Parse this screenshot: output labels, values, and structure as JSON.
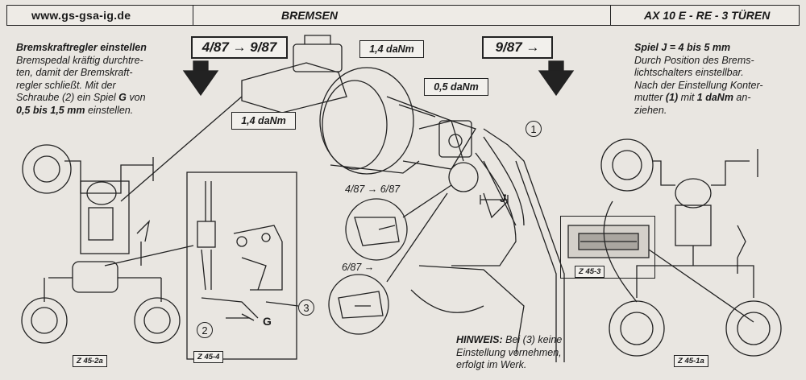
{
  "header": {
    "site": "www.gs-gsa-ig.de",
    "title": "BREMSEN",
    "model": "AX 10 E - RE - 3 TÜREN"
  },
  "left_text": {
    "heading": "Bremskraftregler einstellen",
    "body_1": "Bremspedal kräftig durchtre-",
    "body_2": "ten, damit der Bremskraft-",
    "body_3": "regler schließt. Mit der",
    "body_4a": "Schraube (2) ein Spiel ",
    "body_4b": "G",
    "body_4c": " von",
    "body_5a": "0,5 bis 1,5 mm",
    "body_5b": " einstellen."
  },
  "right_text": {
    "heading": "Spiel J = 4 bis 5 mm",
    "body_1": "Durch Position des Brems-",
    "body_2": "lichtschalters einstellbar.",
    "body_3": "Nach der Einstellung Konter-",
    "body_4a": "mutter ",
    "body_4b": "(1)",
    "body_4c": " mit ",
    "body_4d": "1 daNm",
    "body_4e": " an-",
    "body_5": "ziehen."
  },
  "hinweis": {
    "label": "HINWEIS:",
    "line_1": " Bei (3) keine",
    "line_2": "Einstellung vornehmen,",
    "line_3": "erfolgt im Werk."
  },
  "period_labels": {
    "early": "4/87 → 9/87",
    "late": "9/87 →"
  },
  "torque_labels": {
    "t1": "1,4 daNm",
    "t2": "1,4 daNm",
    "t3": "0,5 daNm"
  },
  "detail_labels": {
    "d1": "4/87 → 6/87",
    "d2": "6/87 →",
    "j": "J",
    "g": "G"
  },
  "callouts": {
    "c1": "1",
    "c2": "2",
    "c3": "3"
  },
  "figure_labels": {
    "f1": "Z 45-2a",
    "f2": "Z 45-4",
    "f3": "Z 45-3",
    "f4": "Z 45-1a"
  },
  "colors": {
    "background": "#e9e6e1",
    "ink": "#1a1a1a"
  }
}
